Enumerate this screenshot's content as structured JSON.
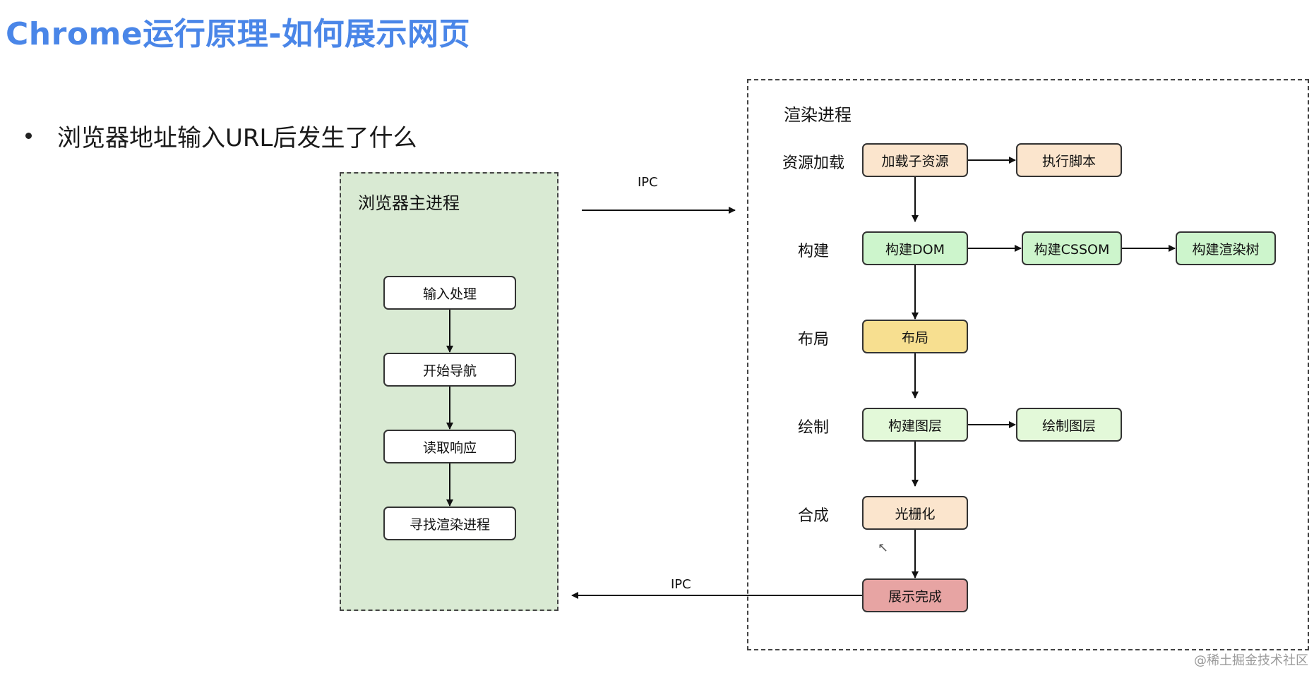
{
  "title": "Chrome运行原理-如何展示网页",
  "bullet": "浏览器地址输入URL后发生了什么",
  "browser_process": {
    "title": "浏览器主进程",
    "steps": [
      "输入处理",
      "开始导航",
      "读取响应",
      "寻找渲染进程"
    ]
  },
  "render_process": {
    "title": "渲染进程",
    "stages": [
      {
        "label": "资源加载",
        "nodes": [
          "加载子资源",
          "执行脚本"
        ]
      },
      {
        "label": "构建",
        "nodes": [
          "构建DOM",
          "构建CSSOM",
          "构建渲染树"
        ]
      },
      {
        "label": "布局",
        "nodes": [
          "布局"
        ]
      },
      {
        "label": "绘制",
        "nodes": [
          "构建图层",
          "绘制图层"
        ]
      },
      {
        "label": "合成",
        "nodes": [
          "光栅化"
        ]
      }
    ],
    "done": "展示完成"
  },
  "ipc_top": "IPC",
  "ipc_bottom": "IPC",
  "watermark": "@稀土掘金技术社区",
  "colors": {
    "title": "#4a86e8",
    "main_panel_bg": "#d9ead3",
    "node_cream": "#fbe5cd",
    "node_green": "#cdf5cc",
    "node_lightgreen": "#e3f9d9",
    "node_yellow": "#f7df90",
    "node_red": "#e7a4a3"
  },
  "icons": {
    "cursor": "mouse-pointer-icon"
  }
}
